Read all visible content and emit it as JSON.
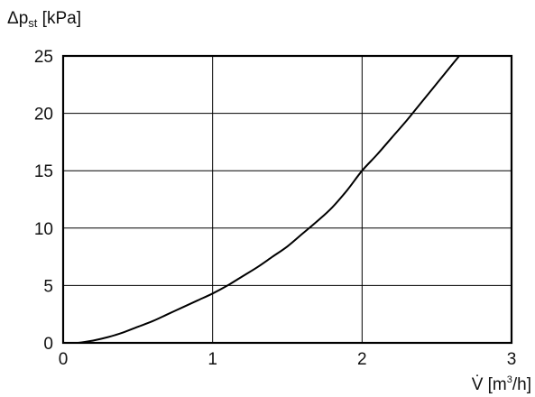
{
  "chart_data": {
    "type": "line",
    "title": "",
    "ylabel": {
      "main": "Δp",
      "sub": "st",
      "unit": " [kPa]"
    },
    "xlabel": {
      "main": "V̇ [m",
      "sup": "3",
      "unit": "/h]"
    },
    "xlim": [
      0,
      3
    ],
    "ylim": [
      0,
      25
    ],
    "xticks": [
      "0",
      "1",
      "2",
      "3"
    ],
    "yticks": [
      "0",
      "5",
      "10",
      "15",
      "20",
      "25"
    ],
    "grid": true,
    "legend": "none",
    "series": [
      {
        "color": "#000000",
        "x": [
          0.1,
          0.2,
          0.3,
          0.4,
          0.5,
          0.6,
          0.7,
          0.8,
          0.9,
          1.0,
          1.1,
          1.2,
          1.3,
          1.4,
          1.5,
          1.6,
          1.7,
          1.8,
          1.9,
          2.0,
          2.1,
          2.2,
          2.3,
          2.4,
          2.5,
          2.6,
          2.65
        ],
        "y": [
          0.0,
          0.2,
          0.5,
          0.9,
          1.4,
          1.9,
          2.5,
          3.1,
          3.7,
          4.3,
          5.0,
          5.8,
          6.6,
          7.5,
          8.4,
          9.5,
          10.6,
          11.8,
          13.3,
          15.0,
          16.4,
          17.9,
          19.4,
          21.0,
          22.6,
          24.2,
          25.0
        ]
      }
    ]
  }
}
